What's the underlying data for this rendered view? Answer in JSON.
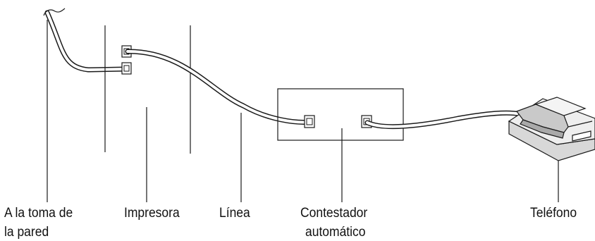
{
  "labels": {
    "wall_socket_line1": "A la toma de",
    "wall_socket_line2": "la pared",
    "printer": "Impresora",
    "line": "Línea",
    "answering_machine_line1": "Contestador",
    "answering_machine_line2": "automático",
    "telephone": "Teléfono"
  },
  "icons": {
    "wall_cable": "cable-from-wall-icon",
    "printer": "printer-outline-icon",
    "answering_machine": "answering-machine-icon",
    "telephone": "telephone-icon"
  },
  "colors": {
    "stroke": "#1a1a1a",
    "telephone_fill": "#e2e2e2",
    "background": "#ffffff"
  }
}
